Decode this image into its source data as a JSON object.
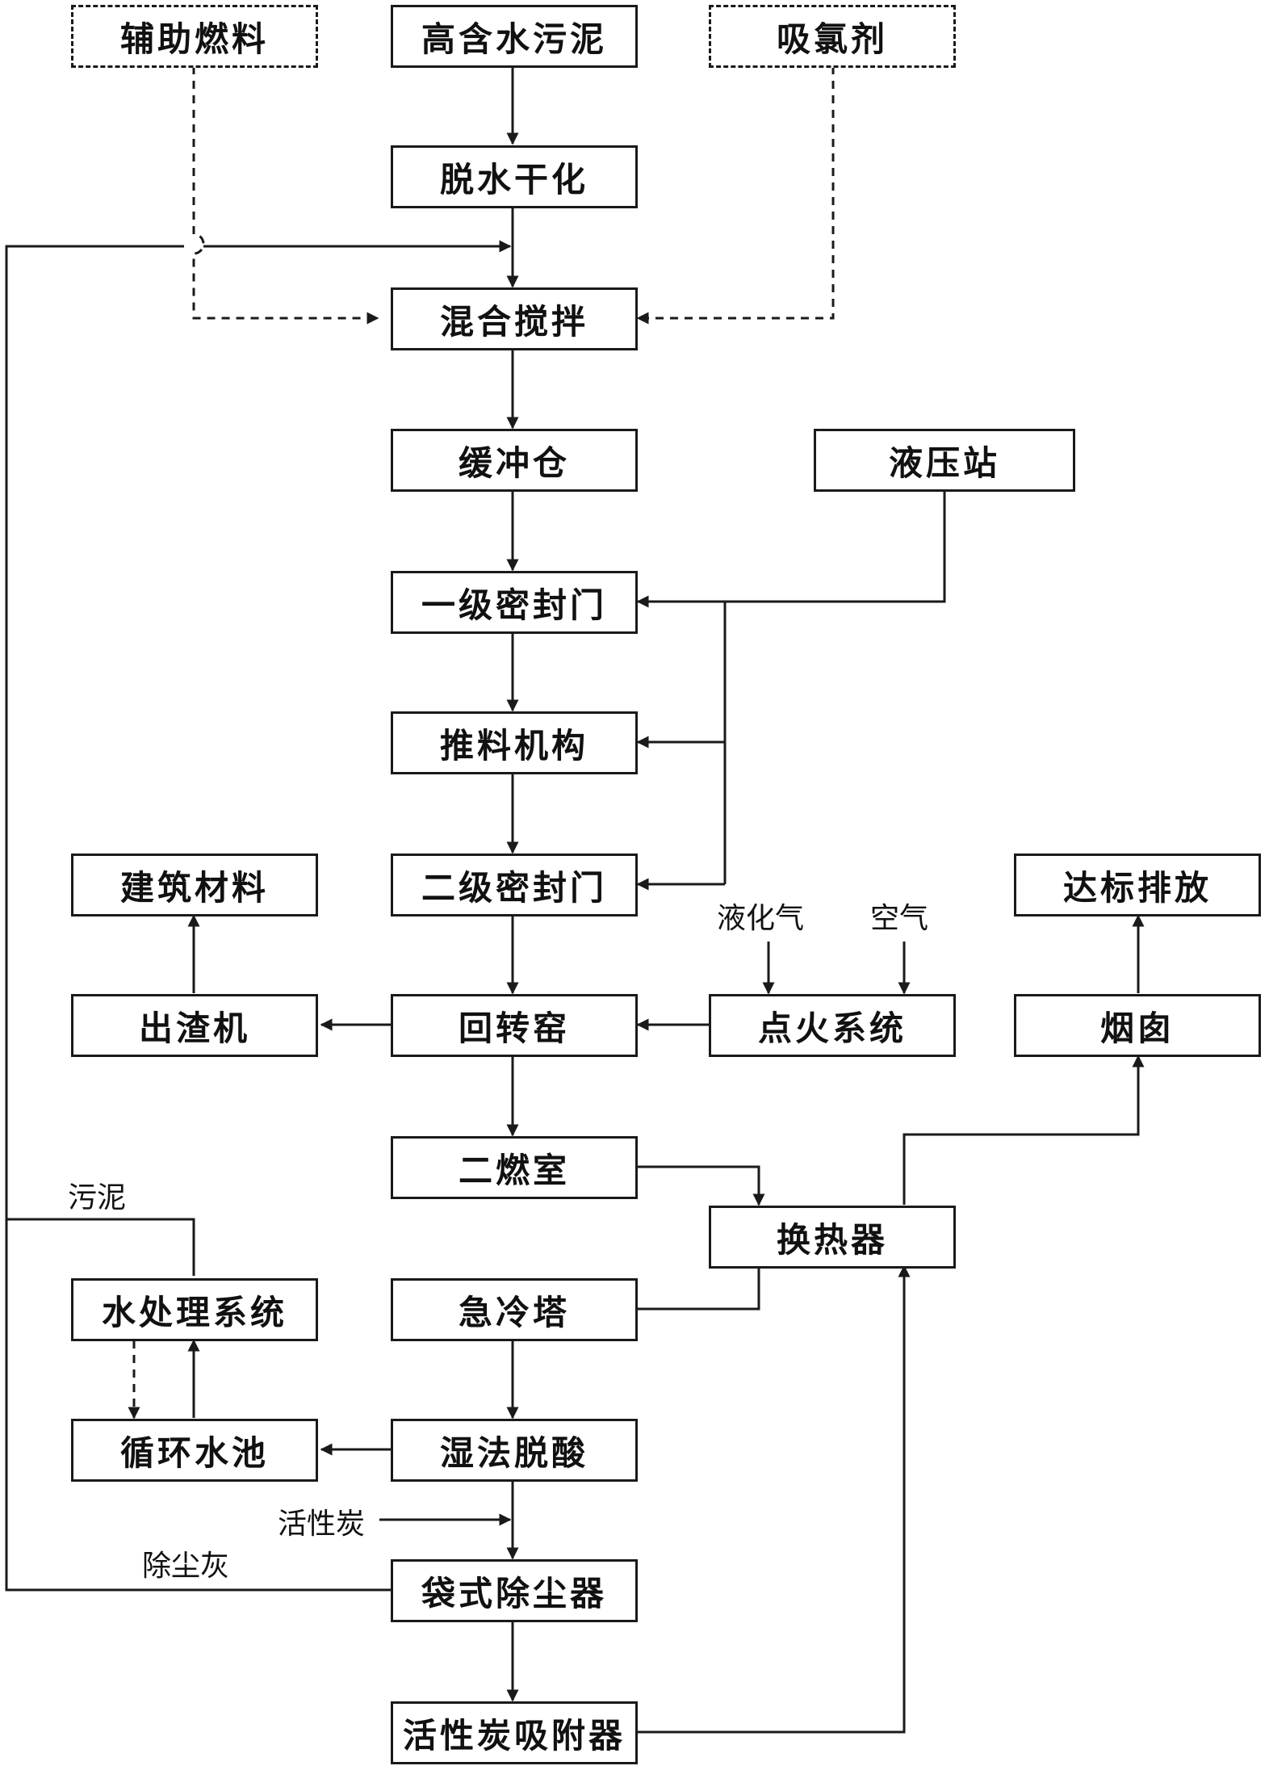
{
  "nodes": {
    "aux_fuel": "辅助燃料",
    "sludge": "高含水污泥",
    "chlorine_absorber": "吸氯剂",
    "dewater": "脱水干化",
    "mix": "混合搅拌",
    "buffer": "缓冲仓",
    "hydraulic": "液压站",
    "seal1": "一级密封门",
    "pusher": "推料机构",
    "seal2": "二级密封门",
    "building": "建筑材料",
    "standard": "达标排放",
    "slag": "出渣机",
    "kiln": "回转窑",
    "ignition": "点火系统",
    "chimney": "烟囱",
    "secondary": "二燃室",
    "exchanger": "换热器",
    "water_treat": "水处理系统",
    "quench": "急冷塔",
    "pool": "循环水池",
    "wet_acid": "湿法脱酸",
    "bag_filter": "袋式除尘器",
    "carbon_adsorber": "活性炭吸附器"
  },
  "labels": {
    "lpg": "液化气",
    "air": "空气",
    "sludge_return": "污泥",
    "activated_carbon": "活性炭",
    "dust_ash": "除尘灰"
  }
}
